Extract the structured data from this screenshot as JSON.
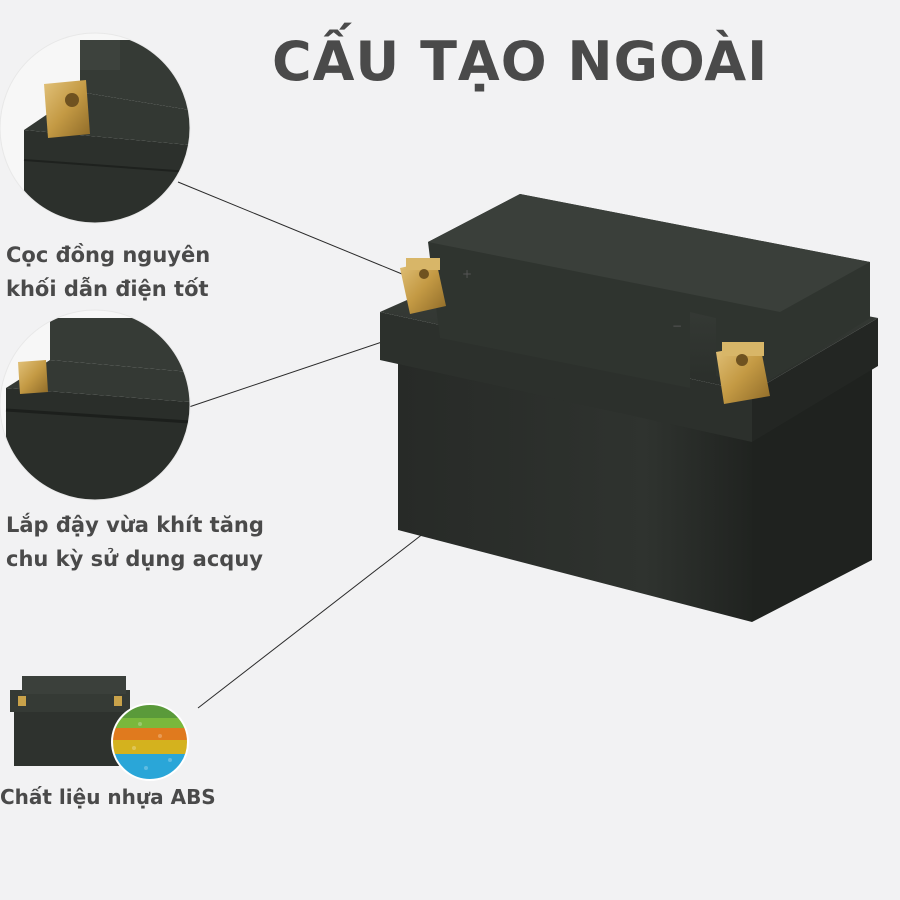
{
  "title": "CẤU TẠO NGOÀI",
  "callouts": [
    {
      "lines": [
        "Cọc đồng nguyên",
        "khối dẫn điện tốt"
      ],
      "icon": "brass-terminal-zoom"
    },
    {
      "lines": [
        "Lắp đậy vừa khít tăng",
        "chu kỳ sử dụng acquy"
      ],
      "icon": "lid-seal-zoom"
    },
    {
      "lines": [
        "Chất liệu nhựa ABS"
      ],
      "icon": "abs-plastic-pellets"
    }
  ],
  "colors": {
    "background": "#f2f2f3",
    "text": "#4a4a4a",
    "battery_body": "#2b2e2b",
    "battery_lid": "#333833",
    "brass": "#c9a24a"
  }
}
